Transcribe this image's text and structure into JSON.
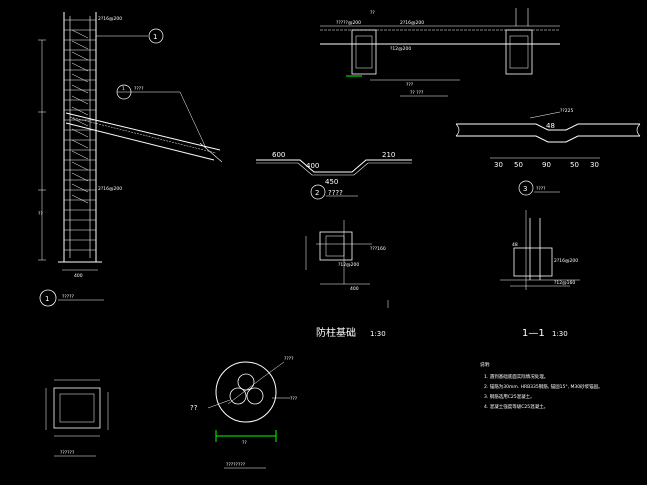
{
  "colors": {
    "background": "#000000",
    "line_white": "#ffffff",
    "line_cyan": "#00ffff",
    "line_yellow": "#ffff00",
    "line_green": "#00ff00",
    "line_magenta": "#ff00ff",
    "line_red": "#ff2020"
  },
  "wall_section": {
    "width_dim": "400",
    "callout_1": "1",
    "callout_2": "1",
    "callout_2b": "????",
    "leader_label_top": "2?16@200",
    "leader_label_mid": "2?16@200",
    "leader_label_bot": "??",
    "caption": "?????"
  },
  "beam_elevation": {
    "top_label": "??",
    "label_a": "?????@200",
    "label_b": "2?16@200",
    "label_c": "?12@200",
    "dim_label": "???",
    "caption": "?? ???"
  },
  "detail_2": {
    "dim_left": "600",
    "dim_mid_left": "400",
    "dim_mid_right": "450",
    "dim_right": "210",
    "callout_num": "2",
    "callout_label": "????"
  },
  "detail_3": {
    "rebar_label": "??225",
    "center_dim": "48",
    "dims": [
      "30",
      "50",
      "90",
      "50",
      "30"
    ],
    "callout_num": "3",
    "callout_label": "????"
  },
  "plan_detail": {
    "label_right": "???160",
    "label_bot": "?12@200",
    "dim": "400",
    "caption": "防柱基础",
    "scale": "1:30"
  },
  "section_detail": {
    "label_top": "48",
    "label_right": "2?16@200",
    "label_bot": "?12@160",
    "caption": "1—1",
    "scale": "1:30"
  },
  "column_detail": {
    "caption": "??????"
  },
  "circle_detail": {
    "label_top": "????",
    "label_left": "??",
    "label_right": "???",
    "dim": "??",
    "caption": "????????"
  },
  "notes": {
    "title": "说明:",
    "items": [
      "1. 遇到基础底面实际情况处理。",
      "2. 锚筋为30mm. HRB335钢筋, 锚固15°, M30砂浆锚固。",
      "3. 钢筋选用C25混凝土。",
      "4. 混凝土强度等级C25混凝土。"
    ]
  }
}
